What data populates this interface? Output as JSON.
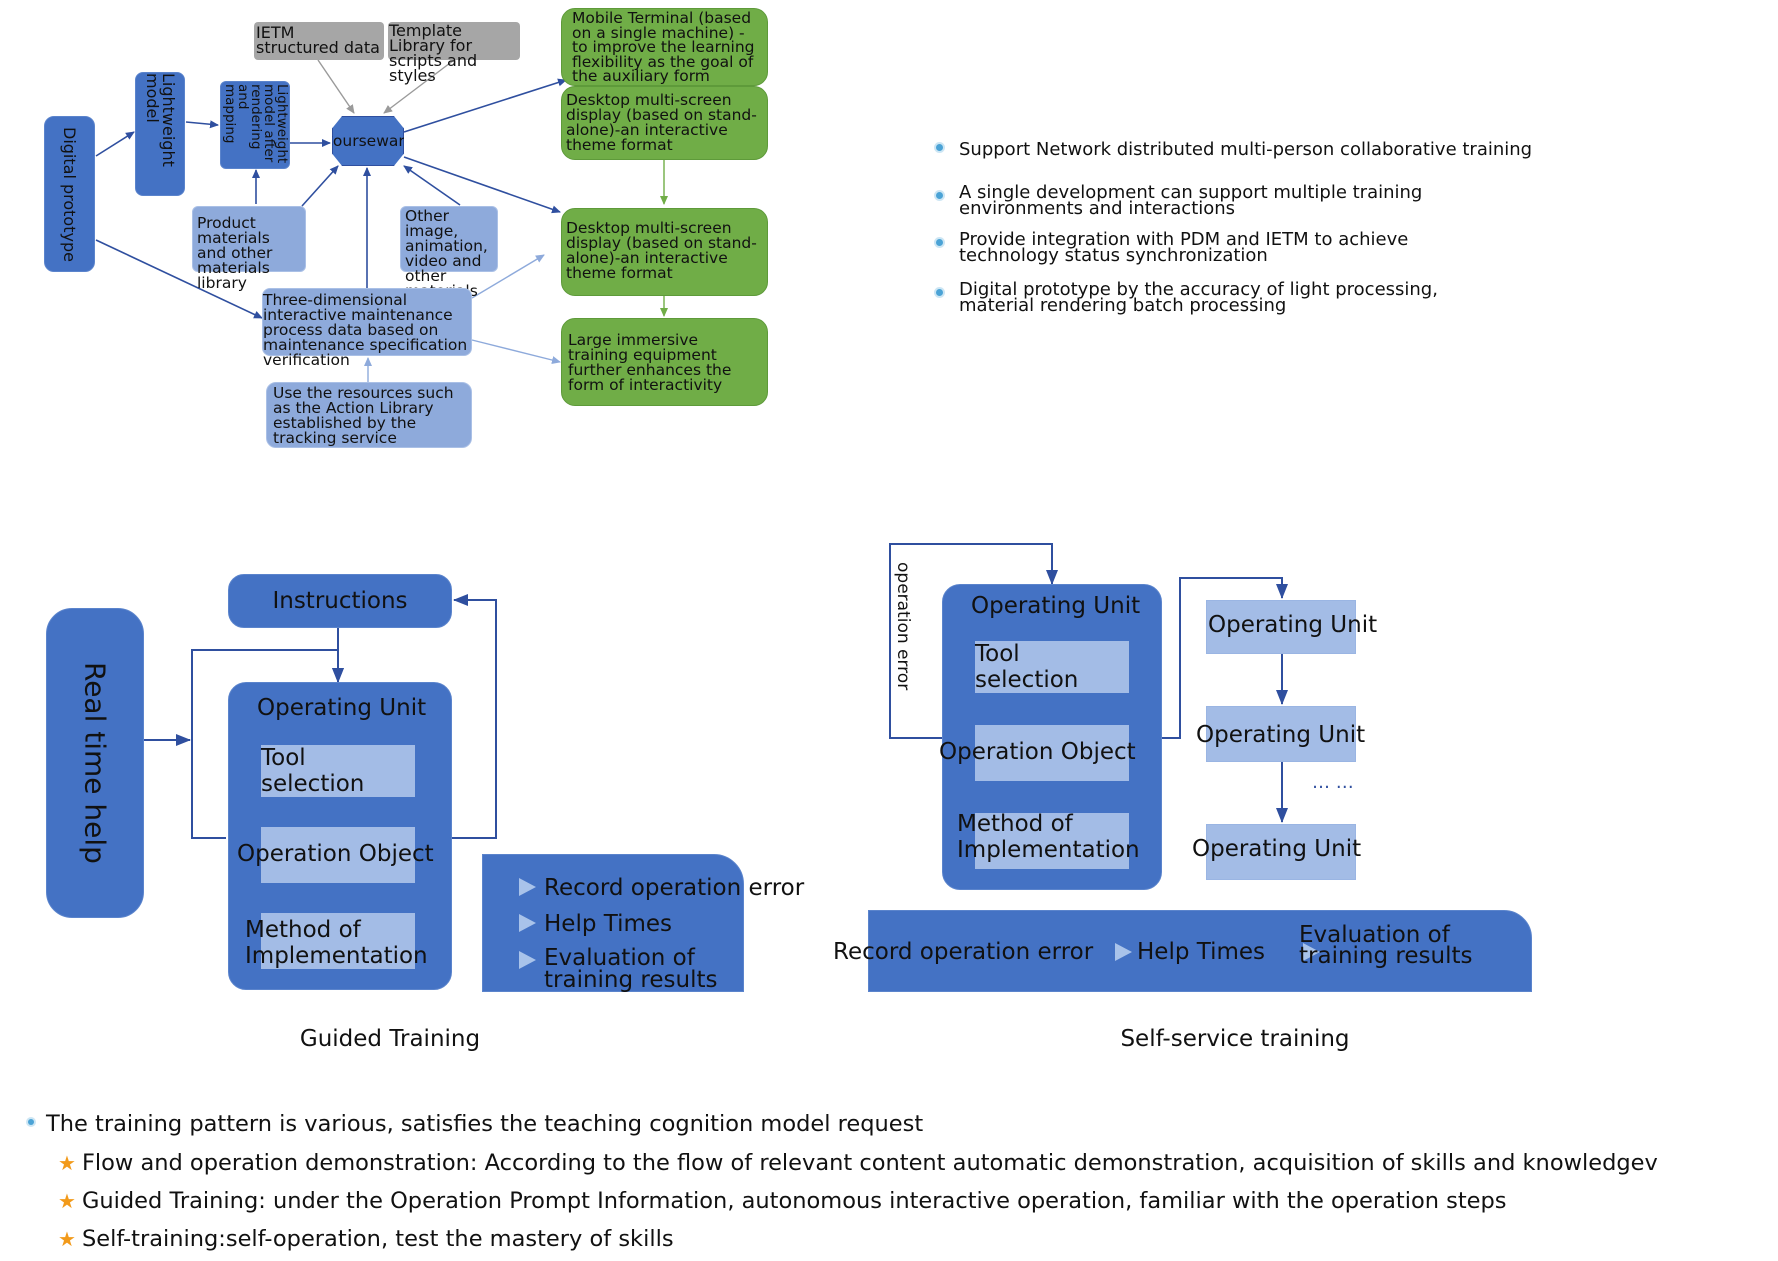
{
  "top": {
    "digital_prototype": "Digital prototype",
    "lightweight_model": "Lightweight model",
    "lightweight_rendered": "Lightweight model after rendering and mapping",
    "courseware": "Courseware",
    "ietm_data": "IETM structured data",
    "template_library": "Template Library for scripts and styles",
    "product_materials": "Product materials and other materials library",
    "other_media": "Other image, animation, video and other materials",
    "three_d_process": "Three-dimensional interactive maintenance process data based on maintenance specification verification",
    "action_library": "Use the resources such as the Action Library established by the tracking service",
    "mobile_terminal": "Mobile Terminal (based on a single machine) -to improve the learning flexibility as the goal of the auxiliary form",
    "desktop_1": "Desktop multi-screen display (based on stand-alone)-an interactive theme format",
    "desktop_2": "Desktop multi-screen display (based on stand-alone)-an interactive theme format",
    "large_immersive": "Large immersive training equipment further enhances the form of interactivity"
  },
  "features": [
    "Support Network distributed multi-person collaborative training",
    "A single development can support multiple training environments and interactions",
    "Provide integration with PDM and IETM to achieve technology status synchronization",
    "Digital prototype by the accuracy of light processing, material rendering batch processing"
  ],
  "guided": {
    "real_time_help": "Real time help",
    "instructions": "Instructions",
    "operating_unit": "Operating Unit",
    "tool_selection": "Tool selection",
    "operation_object": "Operation Object",
    "method": "Method of Implementation",
    "record_error": "Record operation error",
    "help_times": "Help Times",
    "evaluation": "Evaluation of training results",
    "caption": "Guided Training"
  },
  "self_service": {
    "operation_error": "operation error",
    "operating_unit": "Operating Unit",
    "tool_selection": "Tool selection",
    "operation_object": "Operation Object",
    "method": "Method of Implementation",
    "unit_1": "Operating Unit",
    "unit_2": "Operating Unit",
    "ellipsis": "… …",
    "unit_3": "Operating Unit",
    "record_error": "Record operation error",
    "help_times": "Help Times",
    "evaluation": "Evaluation of training results",
    "caption": "Self-service training"
  },
  "bottom": {
    "main": "The training pattern is various, satisfies the teaching cognition model request",
    "items": [
      "Flow and operation demonstration: According to the flow of relevant content automatic demonstration, acquisition of skills and knowledgev",
      "Guided Training: under the Operation Prompt Information, autonomous interactive operation, familiar with the operation steps",
      "Self-training:self-operation, test the mastery of skills"
    ]
  },
  "colors": {
    "dark_blue": "#4472c4",
    "light_blue": "#8eaadb",
    "green": "#70ad47",
    "gray": "#a6a6a6",
    "arrow": "#2f4f9f"
  }
}
